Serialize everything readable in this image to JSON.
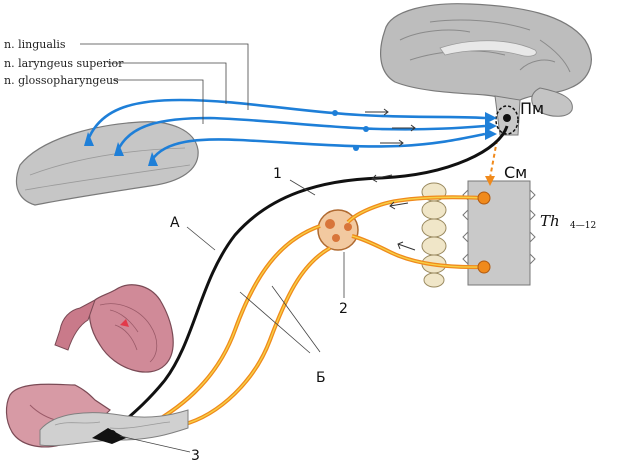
{
  "labels": {
    "lingualis": "n. lingualis",
    "laryngeus": "n. laryngeus superior",
    "glosso": "n. glossopharyngeus",
    "pm": "Пм",
    "sm": "См",
    "th": "Th",
    "th_range": "4—12",
    "n1": "1",
    "n2": "2",
    "n3": "3",
    "a": "А",
    "b": "Б"
  },
  "colors": {
    "afferent_blue": "#1e7fd8",
    "vagus_black": "#111111",
    "sympathetic_orange": "#f08a1c",
    "sympathetic_core": "#f6d046",
    "stomach": "#c97a8a",
    "brain": "#b9b9b9",
    "tongue": "#c8c8c8"
  }
}
